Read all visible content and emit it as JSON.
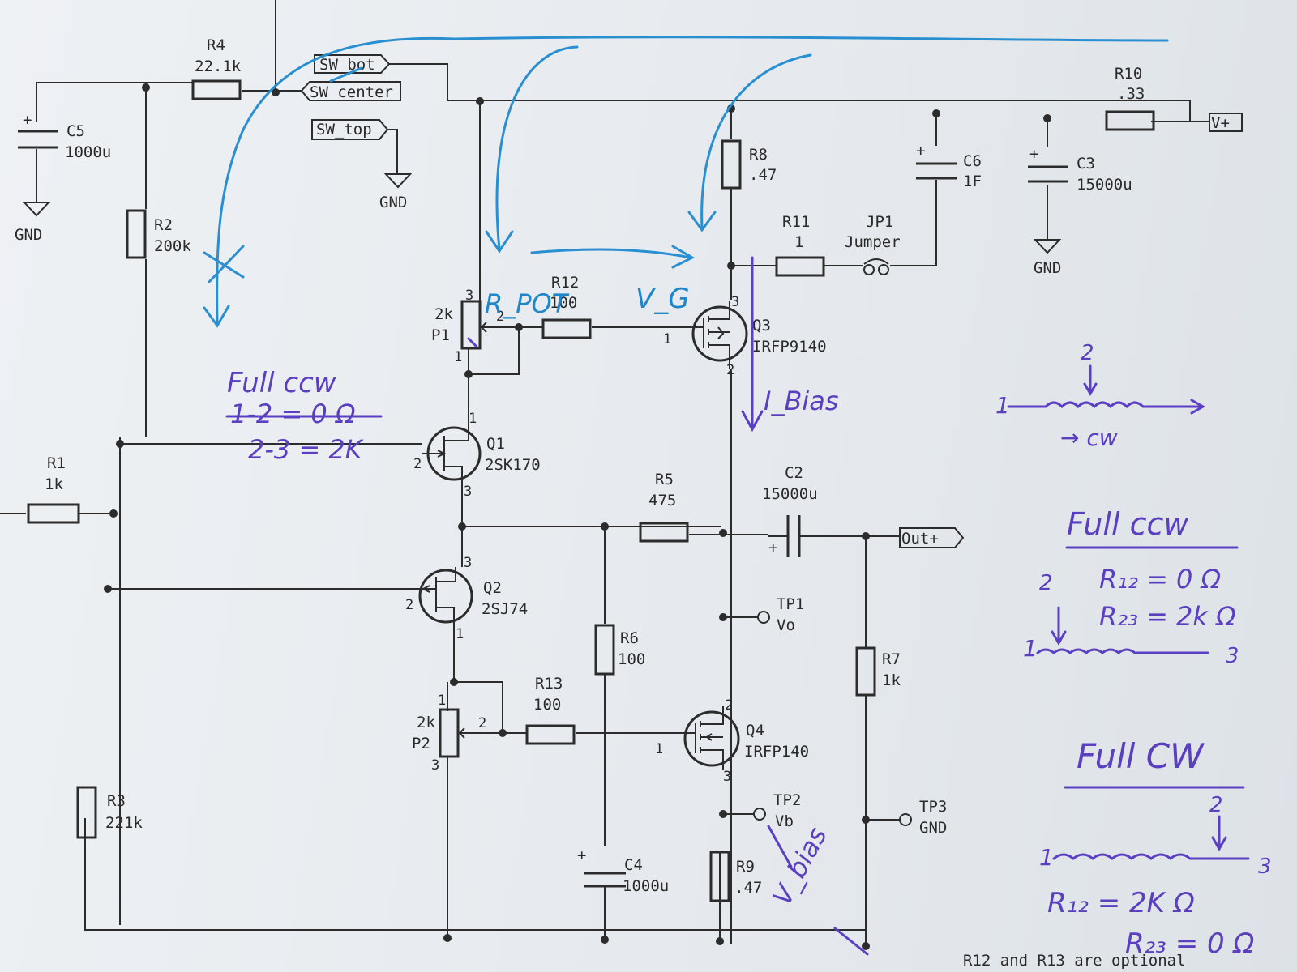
{
  "resistors": {
    "r4": {
      "ref": "R4",
      "value": "22.1k"
    },
    "r2": {
      "ref": "R2",
      "value": "200k"
    },
    "r1": {
      "ref": "R1",
      "value": "1k"
    },
    "r3": {
      "ref": "R3",
      "value": "221k"
    },
    "r8": {
      "ref": "R8",
      "value": ".47"
    },
    "r11": {
      "ref": "R11",
      "value": "1"
    },
    "r10": {
      "ref": "R10",
      "value": ".33"
    },
    "r12": {
      "ref": "R12",
      "value": "100"
    },
    "r5": {
      "ref": "R5",
      "value": "475"
    },
    "r6": {
      "ref": "R6",
      "value": "100"
    },
    "r13": {
      "ref": "R13",
      "value": "100"
    },
    "r7": {
      "ref": "R7",
      "value": "1k"
    },
    "r9": {
      "ref": "R9",
      "value": ".47"
    }
  },
  "capacitors": {
    "c5": {
      "ref": "C5",
      "value": "1000u"
    },
    "c6": {
      "ref": "C6",
      "value": "1F"
    },
    "c3": {
      "ref": "C3",
      "value": "15000u"
    },
    "c2": {
      "ref": "C2",
      "value": "15000u"
    },
    "c4": {
      "ref": "C4",
      "value": "1000u"
    }
  },
  "pots": {
    "p1": {
      "ref": "P1",
      "value": "2k"
    },
    "p2": {
      "ref": "P2",
      "value": "2k"
    }
  },
  "transistors": {
    "q1": {
      "ref": "Q1",
      "part": "2SK170"
    },
    "q2": {
      "ref": "Q2",
      "part": "2SJ74"
    },
    "q3": {
      "ref": "Q3",
      "part": "IRFP9140"
    },
    "q4": {
      "ref": "Q4",
      "part": "IRFP140"
    }
  },
  "jumper": {
    "ref": "JP1",
    "value": "Jumper"
  },
  "labels": {
    "sw_bot": "SW_bot",
    "sw_center": "SW_center",
    "sw_top": "SW_top",
    "vplus": "V+",
    "out": "Out+",
    "gnd": "GND"
  },
  "testpoints": {
    "tp1": {
      "ref": "TP1",
      "net": "Vo"
    },
    "tp2": {
      "ref": "TP2",
      "net": "Vb"
    },
    "tp3": {
      "ref": "TP3",
      "net": "GND"
    }
  },
  "note": "R12 and R13 are optional",
  "handwriting": {
    "full_ccw_left": "Full ccw",
    "eq1_left": "1-2 = 0 Ω",
    "eq2_left": "2-3 = 2K",
    "rpot": "R_POT",
    "vg": "V_G",
    "ibias": "I_Bias",
    "vbias": "V_bias",
    "cw": "→ cw",
    "full_ccw_right": "Full ccw",
    "r12_zero": "R₁₂ = 0 Ω",
    "r23_2k": "R₂₃ = 2k Ω",
    "full_cw": "Full CW",
    "r12_2k": "R₁₂ = 2K Ω",
    "r23_zero": "R₂₃ = 0 Ω"
  },
  "colors": {
    "pen_blue": "#2a8fd0",
    "pen_purple": "#5b3fc4",
    "ink": "#2c2c2c"
  }
}
